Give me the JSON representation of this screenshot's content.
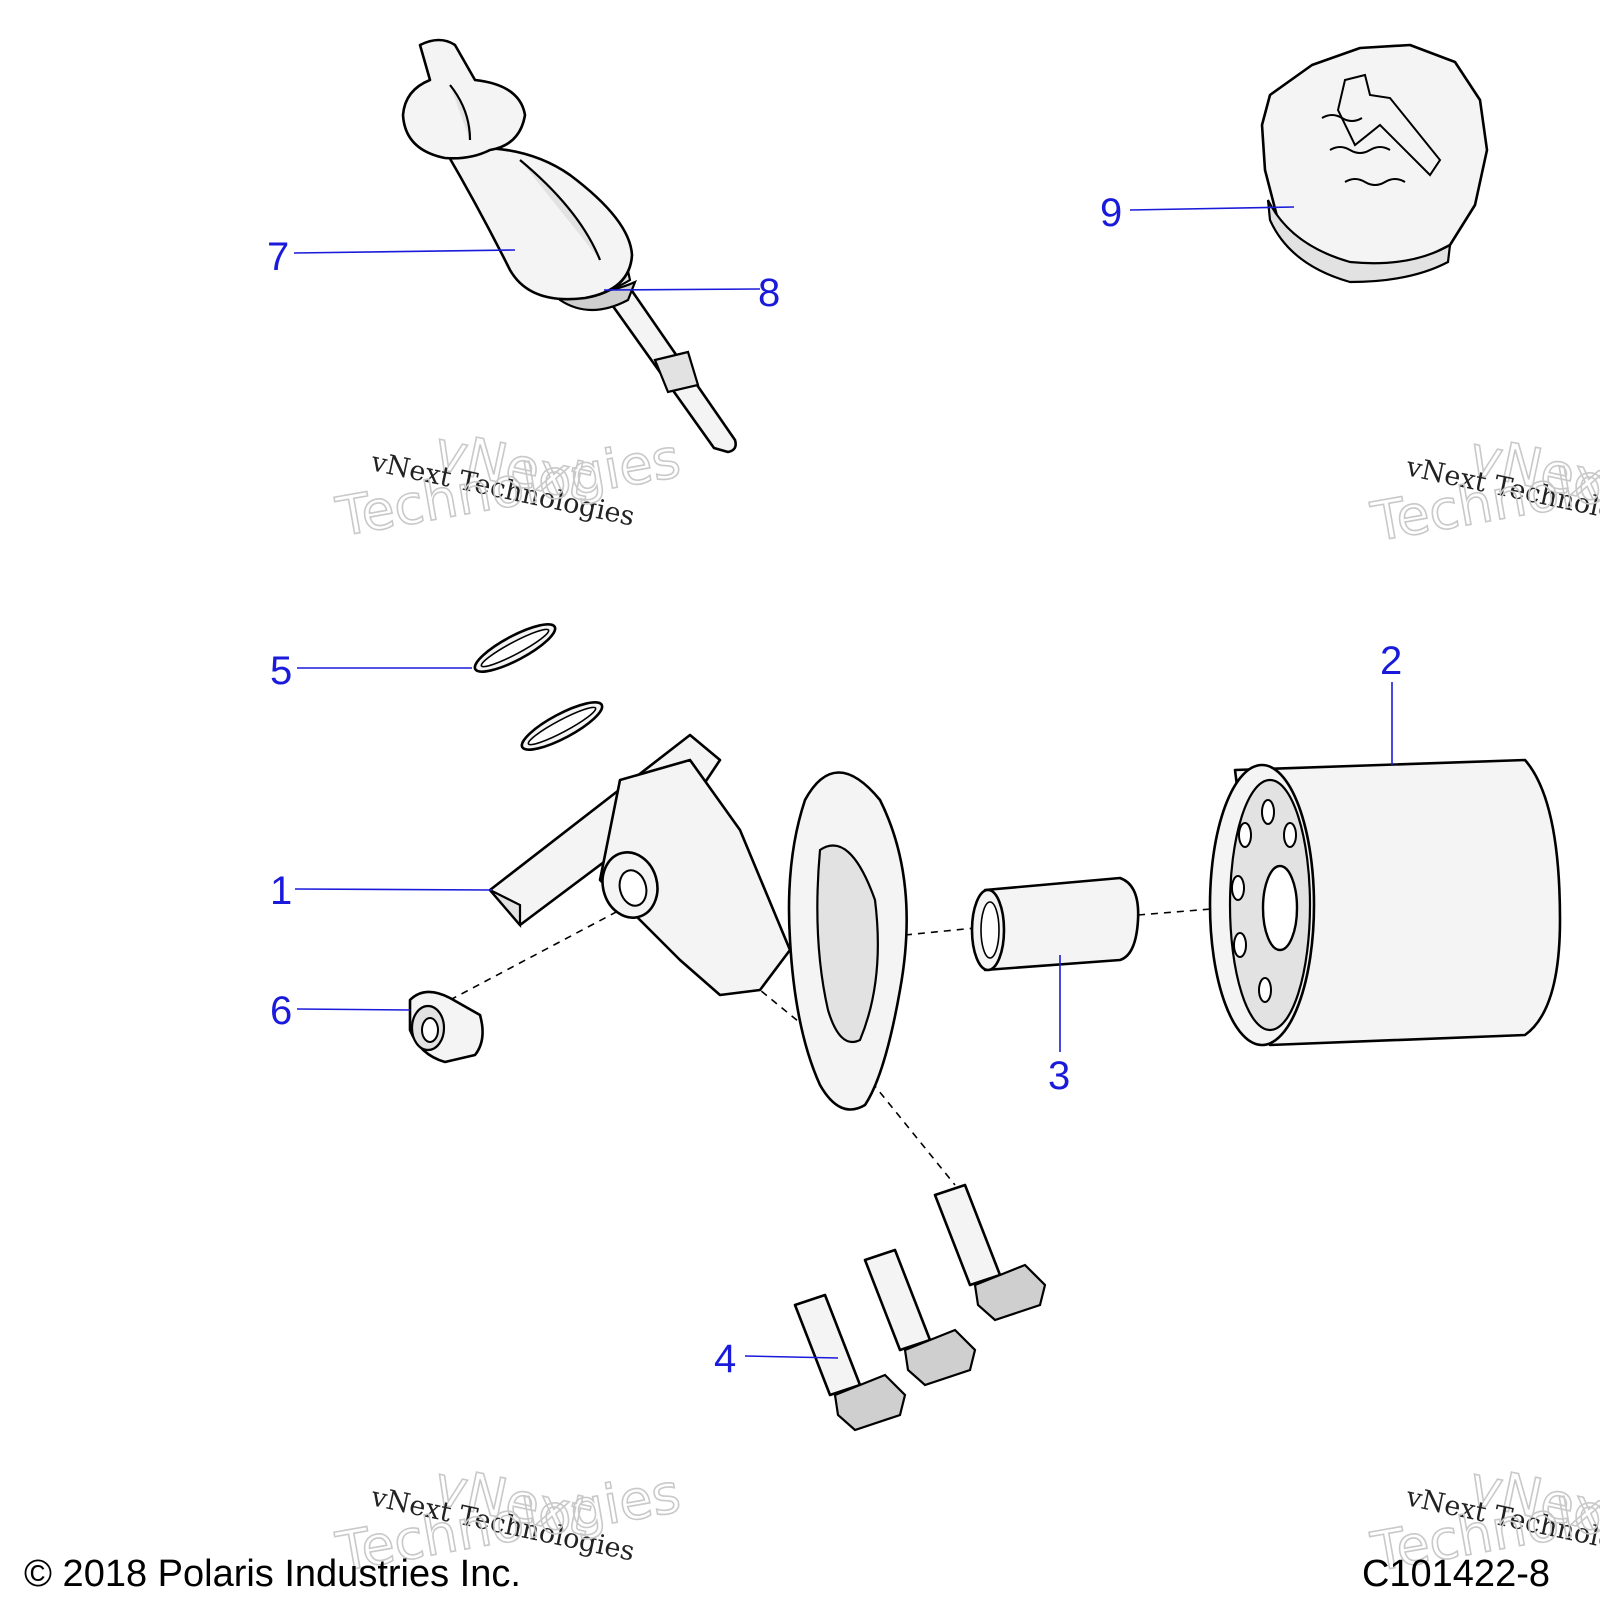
{
  "callouts": {
    "c1": "1",
    "c2": "2",
    "c3": "3",
    "c4": "4",
    "c5": "5",
    "c6": "6",
    "c7": "7",
    "c8": "8",
    "c9": "9"
  },
  "watermark": {
    "line_small": "vNext Technologies",
    "line_big_1": "vNext",
    "line_big_2": "Technologies"
  },
  "footer": {
    "copyright": "© 2018 Polaris Industries Inc.",
    "code": "C101422-8"
  },
  "colors": {
    "callout_blue": "#1a1adb",
    "line_black": "#000000"
  }
}
